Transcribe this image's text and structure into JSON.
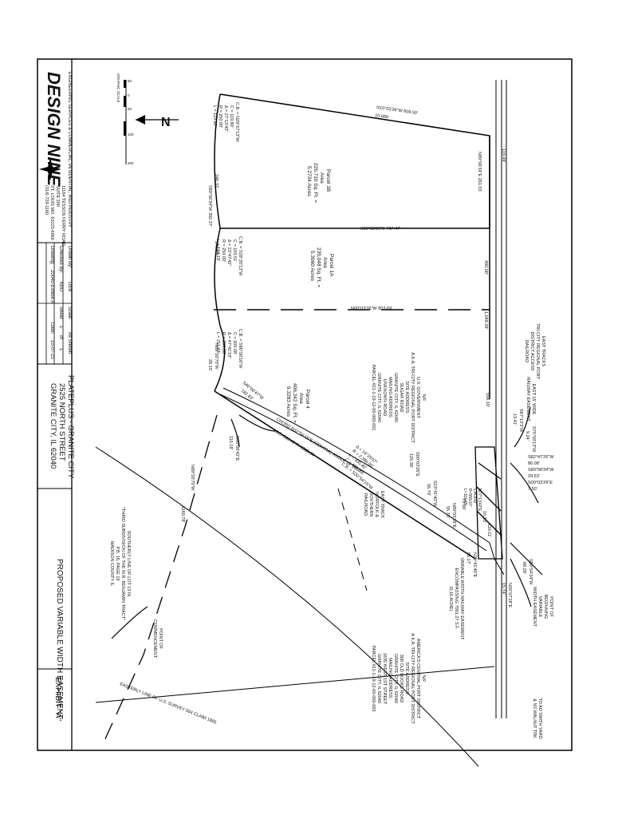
{
  "logo": {
    "name": "DESIGN NINE",
    "tagline": "ENGINEERING SERVICES & COMMERCIAL, RESIDENTIAL, AND INDUSTRY",
    "address": [
      "11164 TESSON FERRY ROAD",
      "SUITE 200",
      "ST. LOUIS MO. 63123-6966",
      "(314) 729-1160"
    ]
  },
  "title_block": {
    "drawn_by_label": "Drawn By:",
    "drawn_by": "DEB",
    "checked_by_label": "Checked By:",
    "checked_by": "KMJ",
    "drawing_label": "Drawing:",
    "drawing": "20040-Exhibit A",
    "scale_label": "Scale:",
    "scale": "As Shown",
    "sheet_label": "Sheet",
    "sheet": "1",
    "of_label": "of",
    "sheet_total": "1",
    "date_label": "Date:",
    "date": "10-07-21",
    "project": [
      "PLATEPLUS - GRANITE CITY",
      "2525 NORTH STREET",
      "GRANITE CITY, IL 62040"
    ],
    "title": "PROPOSED VARIABLE WIDTH EASEMENT",
    "exhibit": "EXHIBIT \"A\""
  },
  "graphic_scale": {
    "label": "GRAPHIC SCALE",
    "ticks": [
      "50",
      "0",
      "50",
      "100",
      "200"
    ]
  },
  "parcels": {
    "parcel_1b": [
      "Parcel 1B",
      "Area",
      "229,710 Sq. Ft. =",
      "5.2734 Acres"
    ],
    "parcel_1a": [
      "Parcel 1A",
      "Area",
      "235,048 Sq. Ft. =",
      "5.3960 Acres"
    ],
    "parcel_4": [
      "Parcel 4",
      "Area",
      "406,342 Sq. Ft. =",
      "9.3283 Acres"
    ]
  },
  "owners": {
    "us_gov": [
      "N/F",
      "U.S. GOVERNMENT",
      "A.K.A. TRI-CITY REGIONAL PORT DISTRICT",
      "SITE ADDRESS:",
      "SUGAR ROAD",
      "GRANITE CITY, IL 62040",
      "MAILING ADDRESS:",
      "UNKNOWN ROAD",
      "GRANITE CITY, IL 62040",
      "PARCEL #21-1-19-12-00-000-001"
    ],
    "america": [
      "N/F",
      "AMERICA'S CENTRAL PORT DISTRICT",
      "A.K.A. TRI-CITY REGIONAL PORT DISTRICT",
      "SITE ADDRESS:",
      "308 OLD BOOKS ROAD",
      "GRANITE CITY, IL 62040",
      "MAILING ADDRESS:",
      "1635 WEST 1ST STREET",
      "GRANITE CITY, IL 62040",
      "PARCEL #21-1-19-12-00-000-003"
    ]
  },
  "labels": {
    "east_tracks": [
      "EAST TRACKS",
      "TRI-CITY REGIONAL PORT",
      "DISTRICT ACCESS",
      "RAILROAD"
    ],
    "east_15_wide": [
      "EAST 15' WIDE",
      "RAILWAY EASEMENT"
    ],
    "east_track_nor": [
      "EAST TRACK",
      "NORFOLK &",
      "SOUTHERN",
      "RAILROAD"
    ],
    "var_width_easement": [
      "VARIABLE WIDTH RAILWAY EASEMENT",
      "ENCOMPASSING 7001.27 S.F.",
      "(0.16 ACRE)"
    ],
    "pob": [
      "POINT OF",
      "BEGINNING",
      "VARIABLE",
      "WIDTH EASEMENT"
    ],
    "poc": [
      "POINT OF",
      "COMMENCEMENT"
    ],
    "southerly_line": [
      "SOUTHERLY LINE OF LOT 13 IN",
      "\"THIRD SUBDIVISION OF THE W.R. BENJAMIN TRACT\"",
      "P.B. 16, PAGE 19",
      "MADISON COUNTY IL"
    ],
    "easterly_line": "EASTERLY LINE OF U.S. SURVEY 594 CLAIM 1865",
    "to_smith": [
      "TO AD SMITH YARD",
      "& NS WALNUT TRK"
    ],
    "north_arrow": "N"
  },
  "bearings": {
    "top": "N10°03'26\"W  609.50'",
    "top_sub": "10.689",
    "e_119": "119.49'",
    "e_261": "N89°56'34\"E  261.55'",
    "bot_707": "S00°03'26\"E  707.47'",
    "left_246": "246.37'",
    "left_s89": "S89°56'34\"W  392.37'",
    "left_149": "149.60'",
    "mid_line": "N00°03'26\"W  803.69'",
    "right_490": "490.00'",
    "right_1048": "1,048.39'",
    "right_558": "558.19'",
    "n89_50": "N89°50'70\"W",
    "d_28": "28.15'",
    "s40": "S40°06'47\"W",
    "d_182": "182.83'",
    "n40": "N40°06'42\"E",
    "d_115": "115.18'",
    "d_1160": "1160.78'",
    "n89_lower": "N89°50'70\"W",
    "chord": "CHORD N32°54'15\"E (CENTRAL ANGLE 14°25'07\")",
    "arc": "ARC=500.40  R=2385.00",
    "s00_lower": "S00°03'26\"E",
    "d_125": "125.39'",
    "s23": "S23°41'40\"W",
    "d_56": "56.79'",
    "s67": "S67°13'3\"W",
    "d_1341": "13.41'",
    "s75": "S75°59'13\"W",
    "d_9": "9.24'",
    "s82": "S82°47'26\"W",
    "d_86": "86.08'",
    "s89_58": "S89°58'34\"W",
    "d_2953": "29.53'",
    "s00_3": "S00°03'26\"E",
    "d_750": "7.50'",
    "s89_54": "S89°54'34\"W",
    "d_6828": "68.28'",
    "n00_07": "N00°07'28\"E",
    "d_157": "15.74'",
    "n25": "N25°41'40\"E",
    "d_8117": "81.17'",
    "d_7990": "79.90'",
    "n89_bot": "N89°55'39\"E",
    "d_5573": "55.73'",
    "d_1033": "10.33'",
    "d_1121": "110.11'"
  },
  "curves": {
    "cb1": [
      "C.B. = N29°57'13\"W",
      "C = 119.80'",
      "Δ = 27°12'43\"",
      "R = 250.00'",
      "L = 119.92'"
    ],
    "cb2": [
      "C.B. = S28°20'13\"W",
      "C = 103.51'",
      "Δ = 23°47'42\"",
      "R = 250.00'",
      "L = 104.19'"
    ],
    "cb3": [
      "C.B. = S86°56'16\"W",
      "C = 205.08'",
      "Δ = 47°41'19\"",
      "R = 250.00'",
      "L = 211.37'"
    ],
    "c4": [
      "Δ = 14°25'07\"",
      "R = 2,386.00'",
      "L = 500.40'",
      "C = 499.39'",
      "C.B. = S32°54'15\"W"
    ],
    "c5": [
      "N77°13'42\"E",
      "CHORD",
      "R=558.67'",
      "L=119.65'"
    ]
  }
}
